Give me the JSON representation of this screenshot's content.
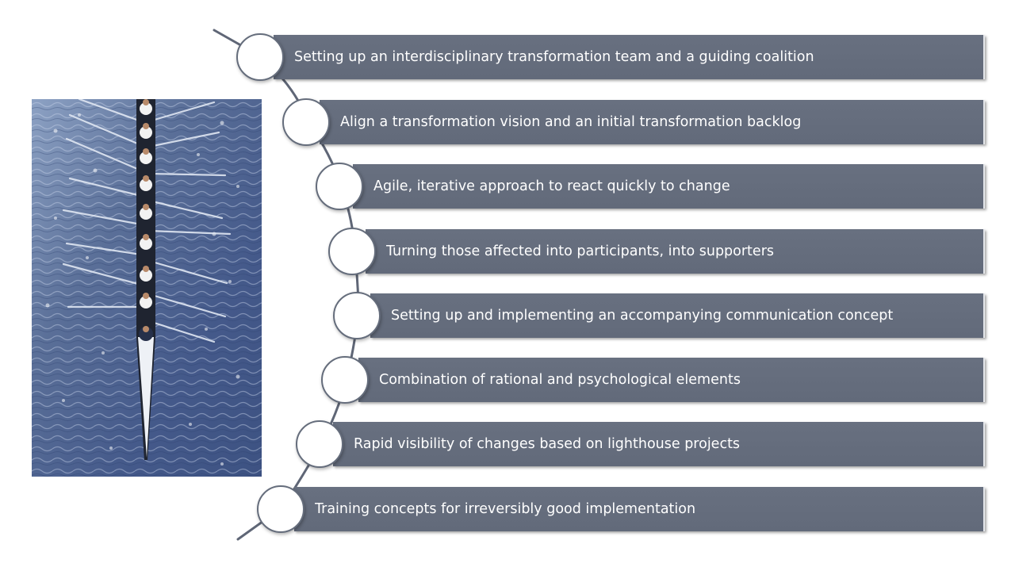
{
  "steps": [
    {
      "label": "Setting up an interdisciplinary transformation team and a guiding coalition"
    },
    {
      "label": "Align a transformation vision and an initial transformation backlog"
    },
    {
      "label": "Agile, iterative approach to react quickly to change"
    },
    {
      "label": "Turning those affected into participants, into supporters"
    },
    {
      "label": "Setting up and implementing an accompanying communication concept"
    },
    {
      "label": "Combination of rational and psychological elements"
    },
    {
      "label": "Rapid visibility of changes based on lighthouse projects"
    },
    {
      "label": "Training concepts for irreversibly good implementation"
    }
  ],
  "image": {
    "subject": "rowing-eight-boat-on-water"
  },
  "colors": {
    "bar": "#656d7c",
    "water": "#4a5e86",
    "node": "#ffffff"
  }
}
